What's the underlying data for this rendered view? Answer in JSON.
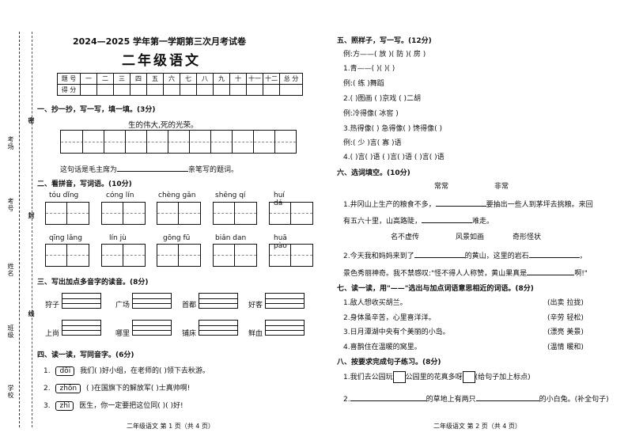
{
  "header": {
    "exam_title": "2024—2025 学年第一学期第三次月考试卷",
    "subject_title": "二年级语文"
  },
  "score_table": {
    "row1": [
      "题 号",
      "一",
      "二",
      "三",
      "四",
      "五",
      "六",
      "七",
      "八",
      "九",
      "十",
      "十一",
      "十二",
      "总 分"
    ],
    "row2_label": "得 分"
  },
  "binding": {
    "labels": [
      "学校",
      "班级",
      "姓名",
      "考号",
      "考场"
    ],
    "seal_marks": [
      "密",
      "封",
      "线"
    ]
  },
  "section1": {
    "title": "一、抄一抄，写一写，填一填。(3分)",
    "sentence": "生的伟大,死的光荣。",
    "fill_prefix": "这句话是毛主席为",
    "fill_suffix": "亲笔写的题词。"
  },
  "section2": {
    "title": "二、看拼音，写词语。(10分)",
    "row1": [
      "tóu  dǐng",
      "cóng  lín",
      "chèng  gǎn",
      "shēng  qí",
      "huí  dá"
    ],
    "row2": [
      "qīng  lǎng",
      "lín  jù",
      "gōng  fū",
      "biǎn  dan",
      "huā  pào"
    ]
  },
  "section3": {
    "title": "三、写出加点多音字的读音。(8分)",
    "items": [
      "狩子",
      "广场",
      "首都",
      "好客",
      "上尚",
      "哪里",
      "铺床",
      "鲜血"
    ]
  },
  "section4": {
    "title": "四、读一读，写同音字。(6分)",
    "items": [
      {
        "num": "1.",
        "py": "dōi",
        "text": "我们(    )好小组，在老师的(    )领下去秋游。"
      },
      {
        "num": "2.",
        "py": "zhōn",
        "text": "(    )在国旗下的解放军(    )士真帅啊!"
      },
      {
        "num": "3.",
        "py": "zhì",
        "text": "医生，你一定要把这位同(    )(    )好!"
      }
    ]
  },
  "section5": {
    "title": "五、照样子，写一写。(12分)",
    "ex1": "例:方——(  放  )(  防  )(  房  )",
    "q1": "1.青——(        )(        )(        )",
    "ex2": "例:(  练  )舞蹈",
    "q2": "2.(        )图画          (        )京戏          (        )二胡",
    "ex3": "例:冷得像(   冰窖   )",
    "q3": "3.热得像(              )     急得像(              )     馋得像(              )",
    "ex4": "例:(  少  )言(  寡  )语",
    "q4": "4.(     )言(     )语        (     )言(     )语        (     )言(     )语"
  },
  "section6": {
    "title": "六、选词填空。(10分)",
    "words1": [
      "常常",
      "非常"
    ],
    "q1a": "1.井冈山上生产的粮食不多，",
    "q1b": "要抽出一些人到茅坪去挑粮。来回",
    "q1c": "有五六十里，山高路陡，",
    "q1d": "难走。",
    "words2": [
      "名不虚传",
      "风景如画",
      "奇形怪状"
    ],
    "q2a": "2.今天我和妈妈来到了",
    "q2b": "的黄山，这里的岩石",
    "q2c": "，",
    "q2d": "景色秀丽神奇。我不禁感叹:\"怪不得人人称赞，黄山果真是",
    "q2e": "啊!\""
  },
  "section7": {
    "title": "七、读一读，用\"——\"选出与加点词语意思相近的词语。(8分)",
    "items": [
      {
        "text": "1.敌人想收买胡兰。",
        "opts": "(出卖    拉拢)"
      },
      {
        "text": "2.身体虽辛苦，心里喜洋洋。",
        "opts": "(辛劳    轻松)"
      },
      {
        "text": "3.日月潭湖中央有个美丽的小岛。",
        "opts": "(漂亮    美景)"
      },
      {
        "text": "4.喜鹊住在温暖的窝里。",
        "opts": "(温情    暖和)"
      }
    ]
  },
  "section8": {
    "title": "八、按要求完成句子练习。(8分)",
    "q1a": "1.我们去公园玩",
    "q1b": "公园里的花真多呀",
    "q1c": "(给句子加上标点)",
    "q2a": "2.",
    "q2b": "的草地上有两只",
    "q2c": "的小白兔。(补全句子)"
  },
  "footer": {
    "left": "二年级语文    第 1 页（共 4 页）",
    "right": "二年级语文    第 2 页（共 4 页）"
  }
}
